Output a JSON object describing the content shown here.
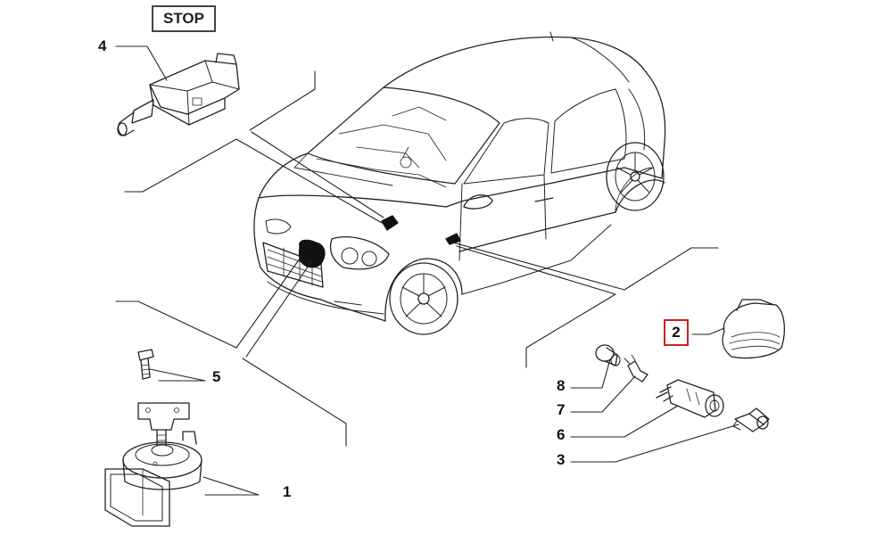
{
  "stop_label": "STOP",
  "callouts": {
    "n1": "1",
    "n2": "2",
    "n3": "3",
    "n4": "4",
    "n5": "5",
    "n6": "6",
    "n7": "7",
    "n8": "8"
  },
  "colors": {
    "line": "#222222",
    "highlight": "#cc1f1f",
    "part_fill": "#111111"
  },
  "highlighted_part": "2"
}
